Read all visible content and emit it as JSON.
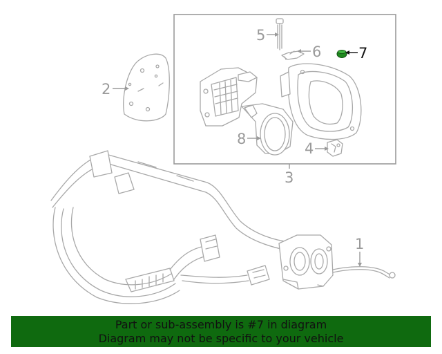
{
  "diagram": {
    "callouts": {
      "c1": "1",
      "c2": "2",
      "c3": "3",
      "c4": "4",
      "c5": "5",
      "c6": "6",
      "c7": "7",
      "c8": "8"
    },
    "highlighted_part": "7"
  },
  "banner": {
    "line1": "Part or sub-assembly is #7 in diagram",
    "line2": "Diagram may not be specific to your vehicle",
    "background": "#0f6a0f"
  },
  "colors": {
    "line_art": "#a8a8a8",
    "callout_text": "#9a9a9a",
    "highlight_part": "#1f8a1f",
    "highlight_text": "#111111"
  }
}
